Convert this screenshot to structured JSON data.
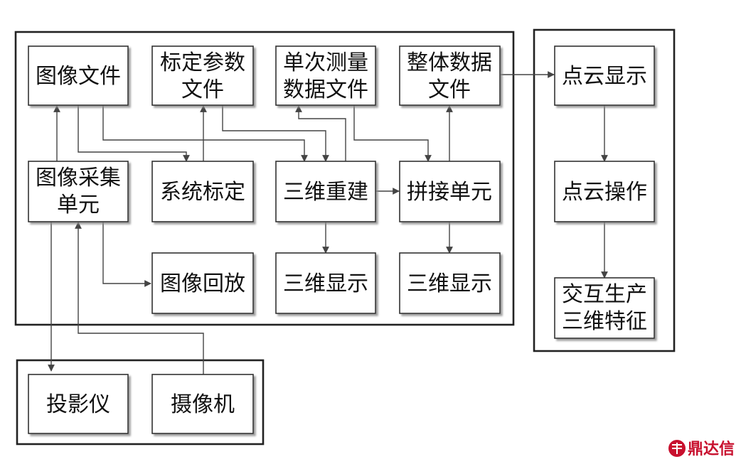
{
  "nodes": {
    "image_file": [
      "图像文件"
    ],
    "calib_param_file": [
      "标定参数",
      "文件"
    ],
    "single_measure_file": [
      "单次测量",
      "数据文件"
    ],
    "whole_data_file": [
      "整体数据",
      "文件"
    ],
    "image_acq_unit": [
      "图像采集",
      "单元"
    ],
    "system_calib": [
      "系统标定"
    ],
    "recon_3d": [
      "三维重建"
    ],
    "stitch_unit": [
      "拼接单元"
    ],
    "image_playback": [
      "图像回放"
    ],
    "display_3d_a": [
      "三维显示"
    ],
    "display_3d_b": [
      "三维显示"
    ],
    "projector": [
      "投影仪"
    ],
    "camera": [
      "摄像机"
    ],
    "pointcloud_display": [
      "点云显示"
    ],
    "pointcloud_ops": [
      "点云操作"
    ],
    "interactive_features": [
      "交互生产",
      "三维特征"
    ]
  },
  "watermark": {
    "text": "鼎达信",
    "color": "#c8102e"
  }
}
